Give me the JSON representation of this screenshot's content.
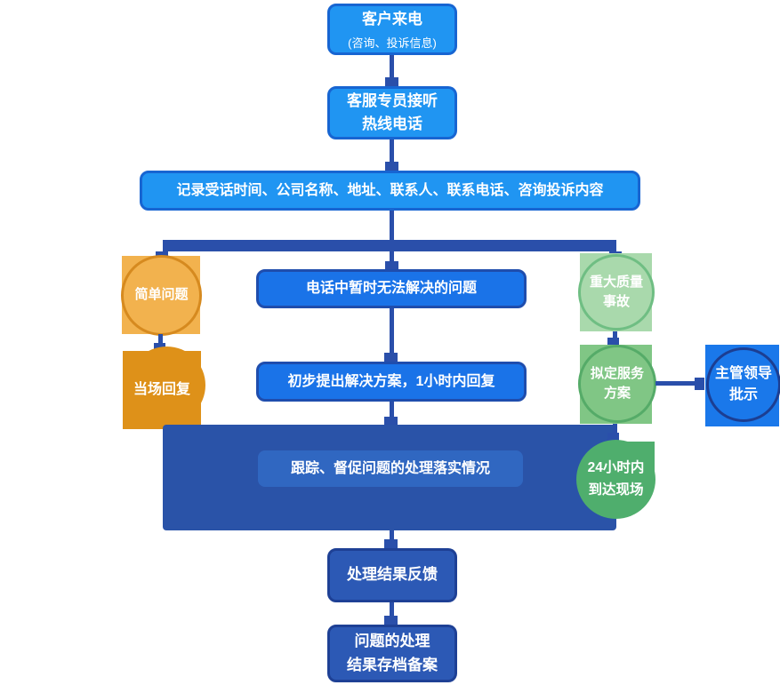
{
  "theme": {
    "line": "#2a4faa",
    "blue1": "#2095f2",
    "blue1-border": "#1765d2",
    "blue2": "#1a73e8",
    "blue2-border": "#1f4dad",
    "blue3": "#2c59b5",
    "blue3-border": "#1e4095",
    "navy-box": "#2a53a8",
    "navy-inner": "#3067c1",
    "orange-light": "#f2b24e",
    "orange-light-border": "#d68a1f",
    "orange-dark": "#de9119",
    "green-light": "#a9d9ac",
    "green-light-border": "#6fbe83",
    "green-mid": "#80c685",
    "green-mid-border": "#55ab68",
    "green-strong": "#4fae6d",
    "approval-blue": "#1a78ea",
    "approval-border": "#1c3e92",
    "text": "#ffffff",
    "background": "#ffffff"
  },
  "flowchart": {
    "nodes": {
      "customer_call": {
        "title": "客户来电",
        "subtitle": "(咨询、投诉信息)"
      },
      "agent_answer": {
        "label": "客服专员接听\n热线电话"
      },
      "record_info": {
        "label": "记录受话时间、公司名称、地址、联系人、联系电话、咨询投诉内容"
      },
      "simple_issue": {
        "label": "简单问题"
      },
      "onsite_reply": {
        "label": "当场回复"
      },
      "unsolved_issue": {
        "label": "电话中暂时无法解决的问题"
      },
      "initial_solution": {
        "label": "初步提出解决方案，1小时内回复"
      },
      "major_accident": {
        "label": "重大质量\n事故"
      },
      "service_plan": {
        "label": "拟定服务\n方案"
      },
      "leader_approval": {
        "label": "主管领导\n批示"
      },
      "track_supervise": {
        "label": "跟踪、督促问题的处理落实情况"
      },
      "arrive_24h": {
        "label": "24小时内\n到达现场"
      },
      "result_feedback": {
        "label": "处理结果反馈"
      },
      "archive": {
        "label": "问题的处理\n结果存档备案"
      }
    }
  }
}
